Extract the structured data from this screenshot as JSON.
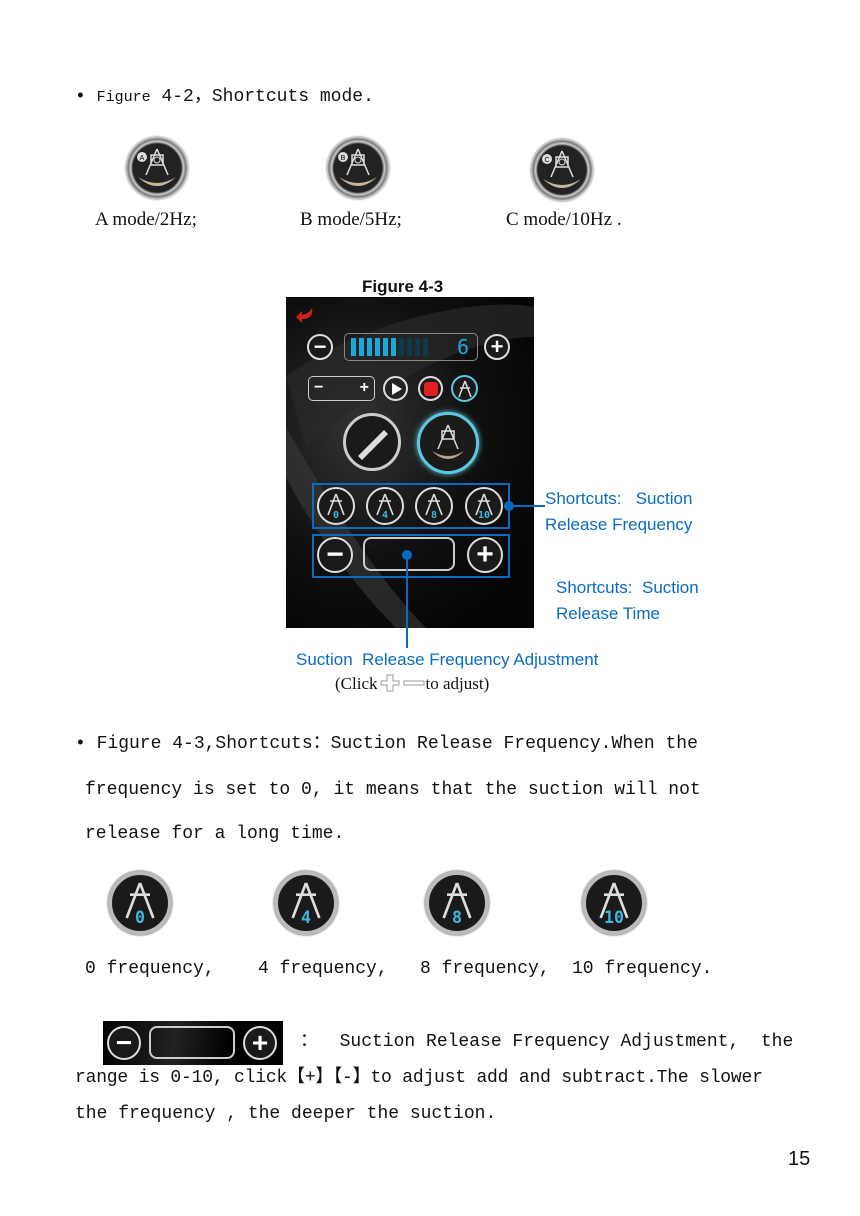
{
  "section1": {
    "bullet": "•",
    "caption_prefix": "Figure",
    "caption_rest": " 4-2，Shortcuts mode.",
    "modes": [
      {
        "label": "A mode/2Hz;",
        "letter": "A",
        "icon": "mode-a-icon"
      },
      {
        "label": "B mode/5Hz;",
        "letter": "B",
        "icon": "mode-b-icon"
      },
      {
        "label": "C mode/10Hz .",
        "letter": "C",
        "icon": "mode-c-icon"
      }
    ]
  },
  "figure": {
    "title": "Figure 4-3",
    "display_value": "6",
    "level_filled": 6,
    "level_total": 10,
    "row2_minus": "−",
    "row2_plus": "+",
    "frequency_buttons": [
      "0",
      "4",
      "8",
      "10"
    ],
    "callout_frequency": [
      "Shortcuts:   Suction",
      "Release Frequency"
    ],
    "callout_time": [
      "Shortcuts:  Suction",
      "Release Time"
    ],
    "callout_adjust": "Suction  Release Frequency Adjustment",
    "click_hint_prefix": "(Click",
    "click_hint_suffix": "to adjust)",
    "accent_color": "#0a6cc0",
    "display_color": "#1ea8d8"
  },
  "section2": {
    "lines": [
      "• Figure 4-3,Shortcuts：Suction Release Frequency.When the",
      "frequency is set to 0, it means that the suction will not",
      "release for a long time."
    ],
    "freq_icons": [
      {
        "value": "0",
        "label": "0 frequency,"
      },
      {
        "value": "4",
        "label": "4 frequency,"
      },
      {
        "value": "8",
        "label": "8 frequency,"
      },
      {
        "value": "10",
        "label": "10 frequency."
      }
    ]
  },
  "section3": {
    "lines": [
      "：  Suction Release Frequency Adjustment,  the",
      "range is 0-10, click【+】【-】to adjust add and subtract.The slower",
      "the frequency , the deeper the suction."
    ]
  },
  "page_number": "15"
}
